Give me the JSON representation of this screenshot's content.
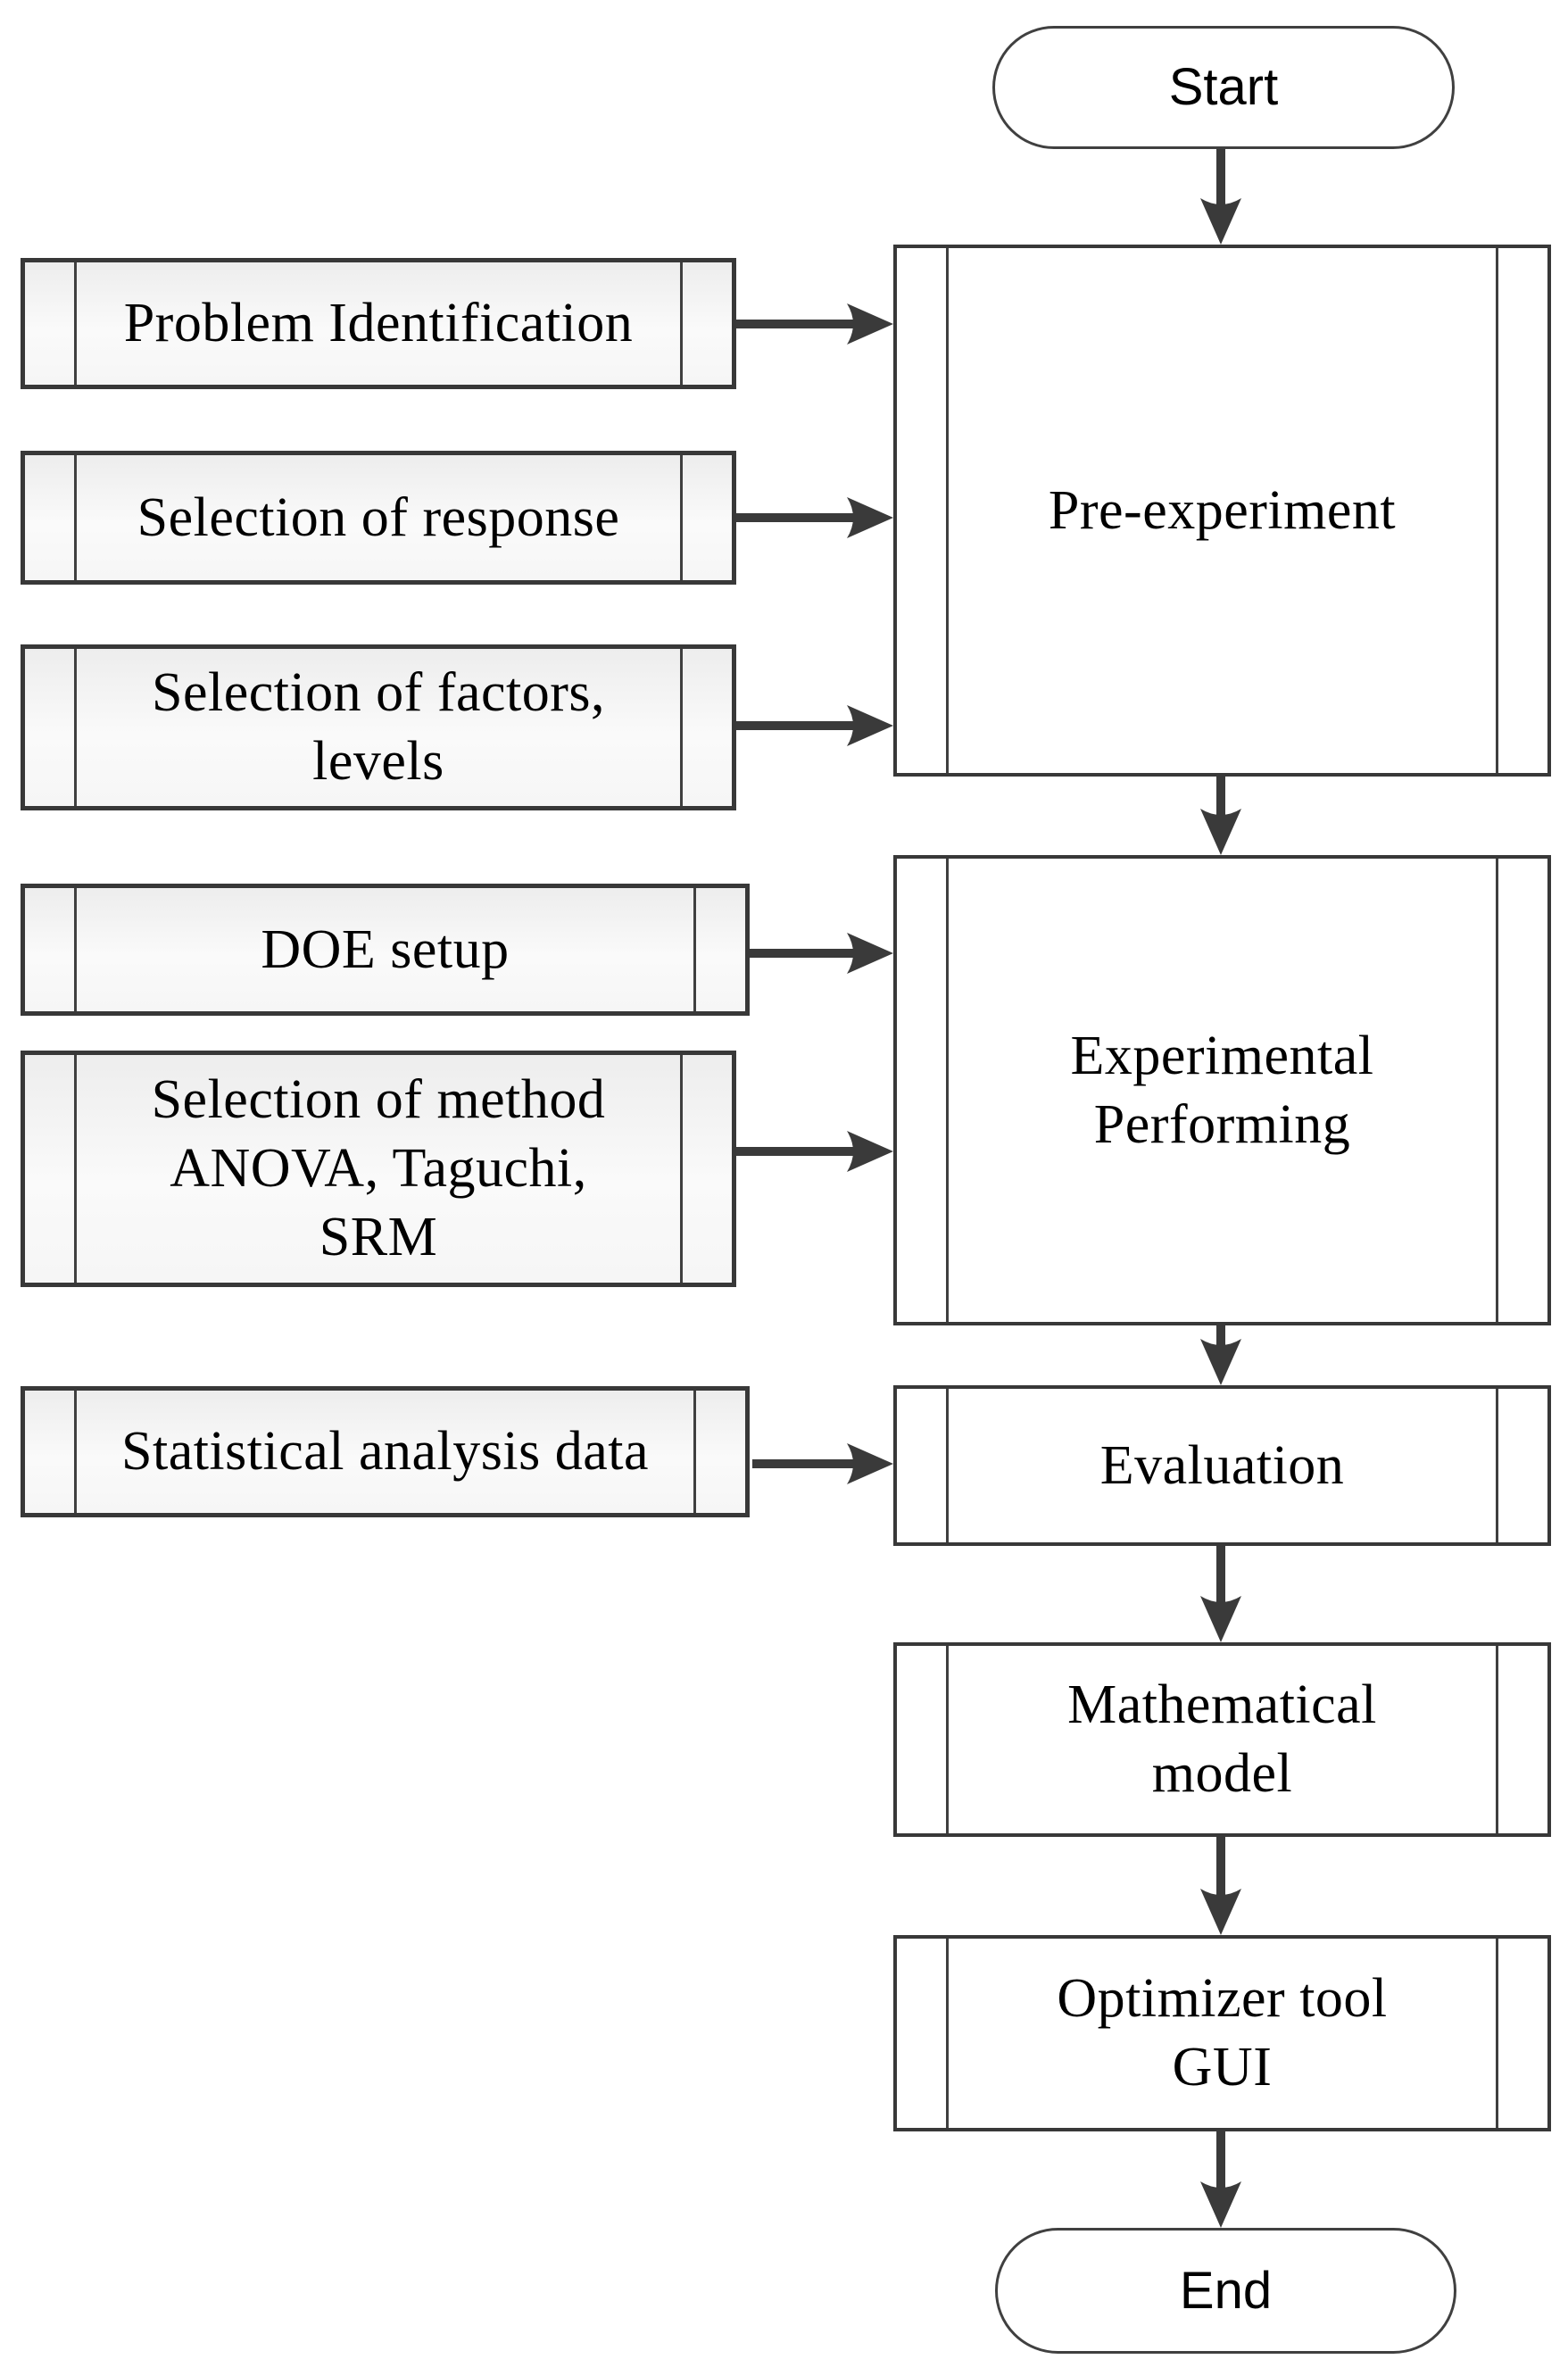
{
  "diagram": {
    "title_hint": "DOE optimization flowchart",
    "start": {
      "label": "Start"
    },
    "end": {
      "label": "End"
    },
    "input_boxes": [
      {
        "label": "Problem Identification",
        "target": "Pre-experiment"
      },
      {
        "label": "Selection of response",
        "target": "Pre-experiment"
      },
      {
        "label": "Selection of factors,\nlevels",
        "target": "Pre-experiment"
      },
      {
        "label": "DOE setup",
        "target": "Experimental Performing"
      },
      {
        "label": "Selection of method\nANOVA, Taguchi,\nSRM",
        "target": "Experimental Performing"
      },
      {
        "label": "Statistical analysis data",
        "target": "Evaluation"
      }
    ],
    "process_boxes": [
      {
        "label": "Pre-experiment"
      },
      {
        "label": "Experimental\nPerforming"
      },
      {
        "label": "Evaluation"
      },
      {
        "label": "Mathematical\nmodel"
      },
      {
        "label": "Optimizer tool\nGUI"
      }
    ],
    "colors": {
      "border": "#383838",
      "inner_bar": "#3f3f3f",
      "arrow": "#3a3a3a",
      "box_fill_top": "#ededed",
      "box_fill_bottom": "#f6f6f6",
      "shadow_dot": "#bdbdbd",
      "background": "#ffffff",
      "text": "#000000"
    }
  }
}
